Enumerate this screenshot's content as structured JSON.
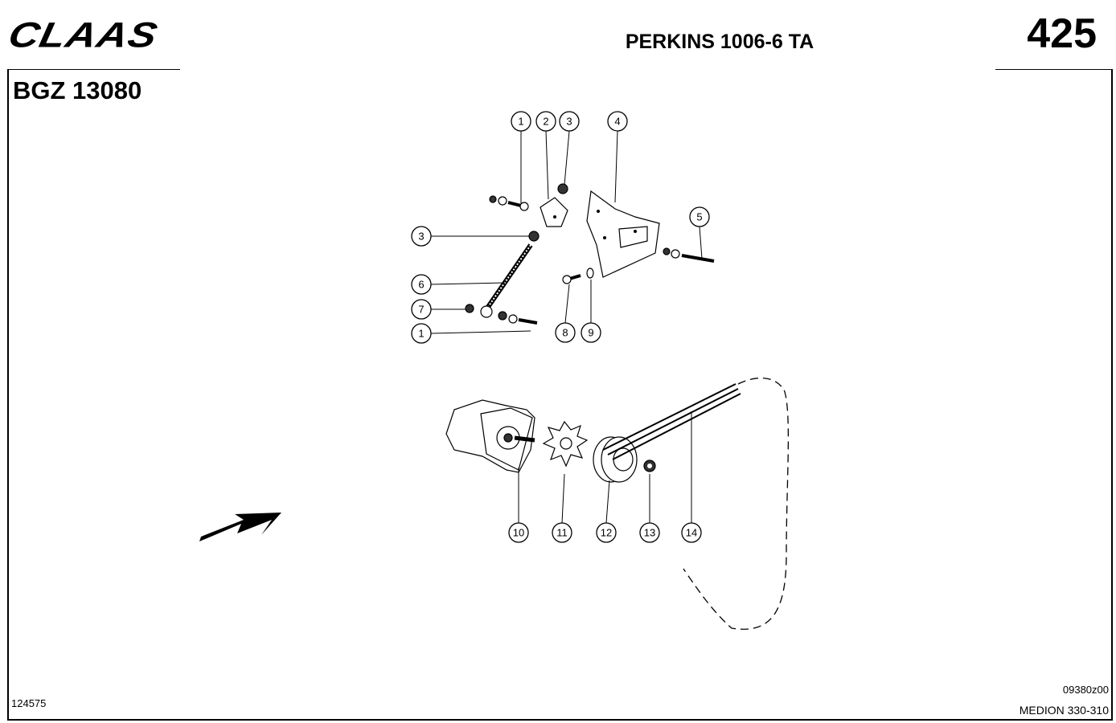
{
  "header": {
    "brand": "CLAAS",
    "model": "PERKINS 1006-6 TA",
    "page_number": "425",
    "group_code": "BGZ 13080"
  },
  "footer": {
    "left_code": "124575",
    "drawing_code": "09380z00",
    "machine": "MEDION 330-310"
  },
  "callouts": [
    {
      "id": "c1a",
      "label": "1"
    },
    {
      "id": "c2",
      "label": "2"
    },
    {
      "id": "c3a",
      "label": "3"
    },
    {
      "id": "c4",
      "label": "4"
    },
    {
      "id": "c5",
      "label": "5"
    },
    {
      "id": "c3b",
      "label": "3"
    },
    {
      "id": "c6",
      "label": "6"
    },
    {
      "id": "c7",
      "label": "7"
    },
    {
      "id": "c1b",
      "label": "1"
    },
    {
      "id": "c8",
      "label": "8"
    },
    {
      "id": "c9",
      "label": "9"
    },
    {
      "id": "c10",
      "label": "10"
    },
    {
      "id": "c11",
      "label": "11"
    },
    {
      "id": "c12",
      "label": "12"
    },
    {
      "id": "c13",
      "label": "13"
    },
    {
      "id": "c14",
      "label": "14"
    }
  ]
}
